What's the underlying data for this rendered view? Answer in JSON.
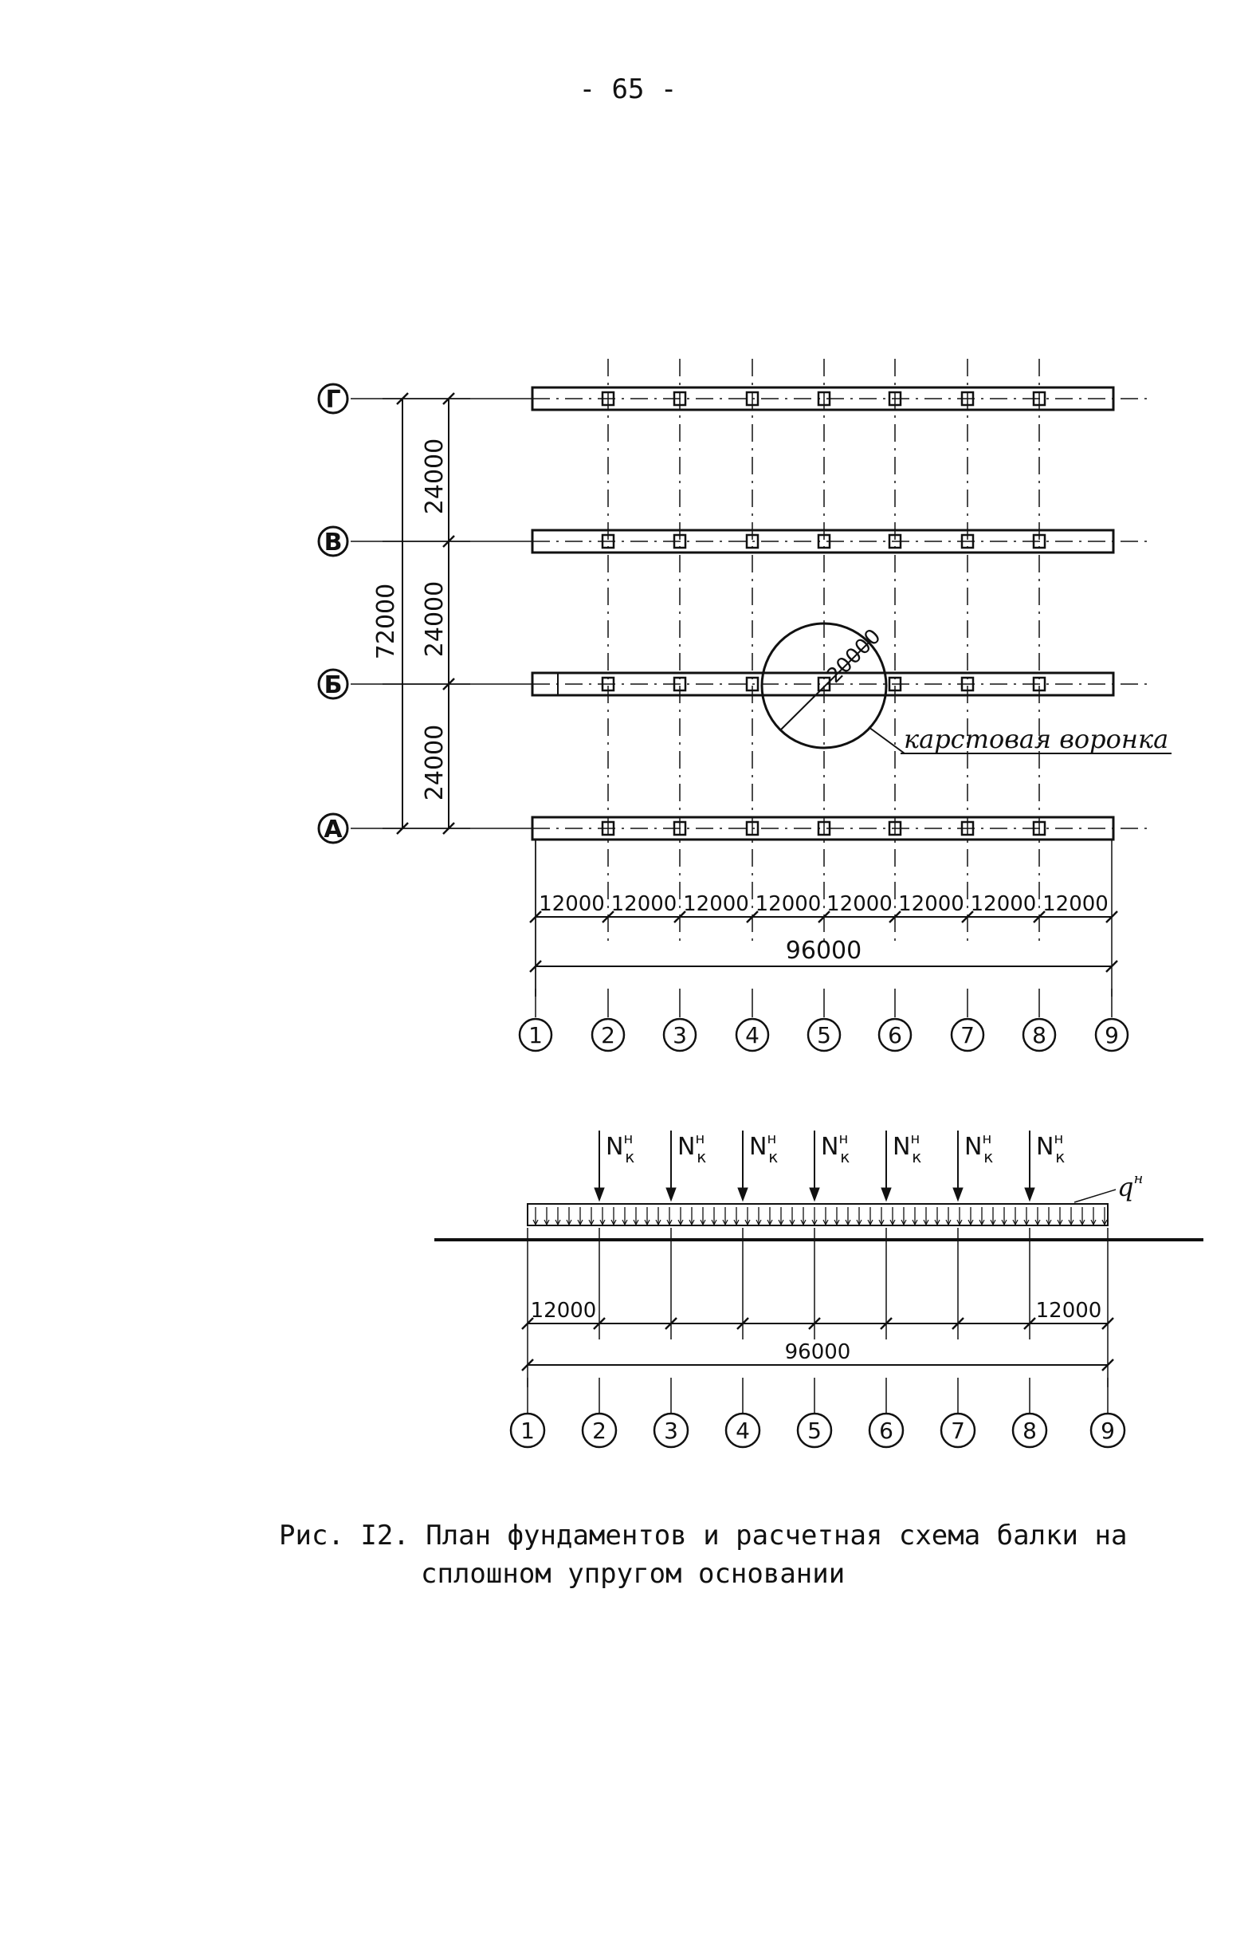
{
  "page_number": "- 65 -",
  "plan": {
    "rows": [
      {
        "id": "row-g",
        "label": "Г"
      },
      {
        "id": "row-v",
        "label": "В"
      },
      {
        "id": "row-b",
        "label": "Б"
      },
      {
        "id": "row-a",
        "label": "А"
      }
    ],
    "row_spacing_labels": [
      "24000",
      "24000",
      "24000"
    ],
    "total_height_label": "72000",
    "column_labels": [
      "1",
      "2",
      "3",
      "4",
      "5",
      "6",
      "7",
      "8",
      "9"
    ],
    "span_labels": [
      "12000",
      "12000",
      "12000",
      "12000",
      "12000",
      "12000",
      "12000",
      "12000"
    ],
    "total_length_label": "96000",
    "karst": {
      "diameter_label": "20000",
      "label": "карстовая воронка"
    }
  },
  "scheme": {
    "load_label": "N",
    "load_sup": "н",
    "load_sub": "к",
    "distributed_label": "q",
    "distributed_sup": "н",
    "end_span_labels": [
      "12000",
      "12000"
    ],
    "total_length_label": "96000",
    "column_labels": [
      "1",
      "2",
      "3",
      "4",
      "5",
      "6",
      "7",
      "8",
      "9"
    ]
  },
  "caption": {
    "line1": "Рис. I2. План фундаментов и расчетная схема балки на",
    "line2": "сплошном упругом основании"
  }
}
